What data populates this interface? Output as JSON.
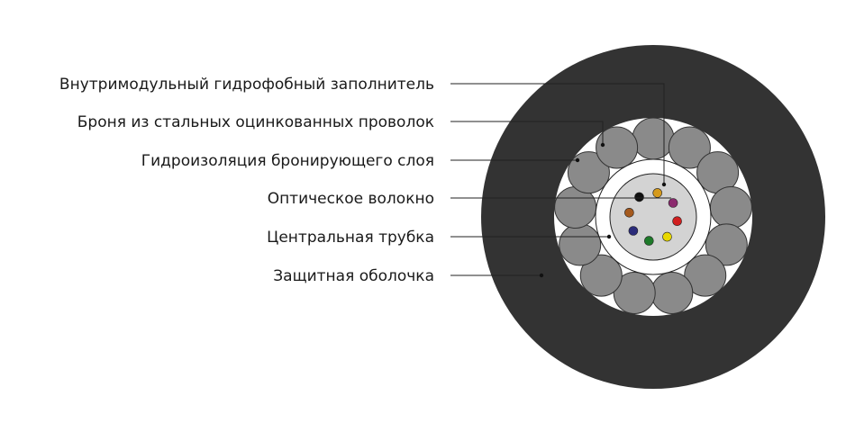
{
  "labels": [
    "Внутримодульный гидрофобный заполнитель",
    "Броня из стальных оцинкованных проволок",
    "Гидроизоляция бронирующего слоя",
    "Оптическое волокно",
    "Центральная трубка",
    "Защитная оболочка"
  ],
  "colors": {
    "sheath": "#333333",
    "armor_wire": "#8a8a8a",
    "tube_fill": "#d3d3d3",
    "leader": "#222222",
    "fibers": [
      "#d59a1c",
      "#8b2a6e",
      "#d11f1f",
      "#e8d800",
      "#1e7a2a",
      "#2b2c7a",
      "#a55a1e",
      "#111111"
    ]
  }
}
